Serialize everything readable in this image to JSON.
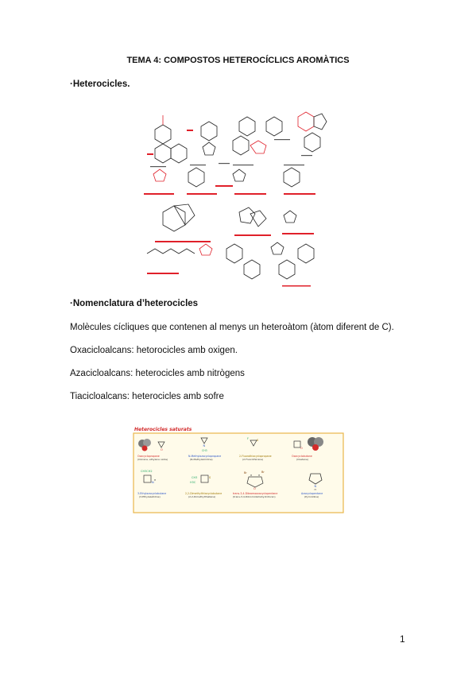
{
  "doc": {
    "title": "TEMA 4: COMPOSTOS HETEROCÍCLICS AROMÀTICS",
    "section1_heading": "·Heterocicles.",
    "section2_heading": "·Nomenclatura d’heterocicles",
    "paragraphs": [
      "Molècules cícliques que contenen al menys un heteroàtom (àtom diferent de C).",
      "Oxacicloalcans: hetorocicles amb oxigen.",
      "Azacicloalcans: heterocicles amb nitrògens",
      "Tiacicloalcans: heterocicles amb sofre"
    ],
    "page_number": "1"
  },
  "figure2": {
    "title": "Heterocicles saturats",
    "items": [
      {
        "name": "Oxacyclopropane",
        "alt": "(Oxirane, ethylene oxide)"
      },
      {
        "name": "N-Methylazacyclopropane",
        "alt": "(N-Methylaziridine)"
      },
      {
        "name": "2-Fluorothiacyclopropane",
        "alt": "(2-Fluorothiirane)"
      },
      {
        "name": "Oxacyclobutane",
        "alt": "(Oxetane)"
      },
      {
        "name": "3-Ethylazacyclobutane",
        "alt": "(3-Ethylazetidine)"
      },
      {
        "name": "2,2-Dimethylthiacyclobutane",
        "alt": "(2,2-Dimethylthietane)"
      },
      {
        "name": "trans-3,4-Dibromooxacyclopentane",
        "alt": "(trans-3,4-Dibromotetrahydrofuran)"
      },
      {
        "name": "Azacyclopentane",
        "alt": "(Pyrrolidine)"
      }
    ],
    "atoms": {
      "O": "O",
      "N": "N",
      "S": "S",
      "H": "H",
      "CH3": "CH3",
      "F": "F",
      "Br": "Br",
      "CH3CH2": "CH3CH2",
      "H3C": "H3C"
    }
  },
  "colors": {
    "accent_red": "#e0202a",
    "frame": "#e8b64a",
    "title_red": "#d22a2a"
  }
}
